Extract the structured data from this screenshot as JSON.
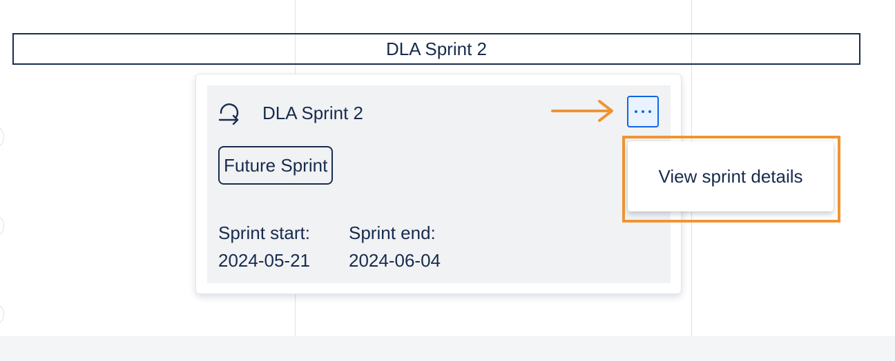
{
  "timeline": {
    "sprint_bar_label": "DLA Sprint 2"
  },
  "sprint_card": {
    "icon": "sprint-cycle-icon",
    "title": "DLA Sprint 2",
    "more_button_icon": "more-horizontal-icon",
    "status": "Future Sprint",
    "start_label": "Sprint start:",
    "start_date": "2024-05-21",
    "end_label": "Sprint end:",
    "end_date": "2024-06-04"
  },
  "dropdown": {
    "items": [
      {
        "label": "View sprint details"
      }
    ]
  },
  "colors": {
    "annotation": "#f09433",
    "accent": "#0c66e4",
    "text": "#172b4d"
  }
}
